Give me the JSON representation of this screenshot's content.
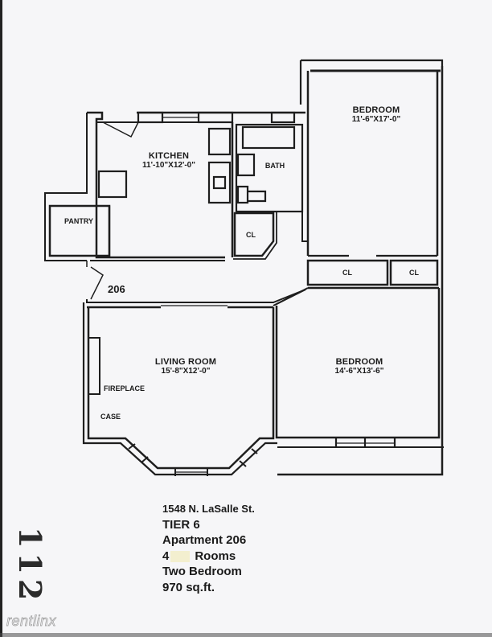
{
  "floorplan": {
    "rooms": [
      {
        "id": "kitchen",
        "name": "KITCHEN",
        "dimensions": "11'-10\"X12'-0\""
      },
      {
        "id": "bedroom1",
        "name": "BEDROOM",
        "dimensions": "11'-6\"X17'-0\""
      },
      {
        "id": "bath",
        "name": "BATH"
      },
      {
        "id": "pantry",
        "name": "PANTRY"
      },
      {
        "id": "closet_bath",
        "name": "CL"
      },
      {
        "id": "closet_left",
        "name": "CL"
      },
      {
        "id": "closet_right",
        "name": "CL"
      },
      {
        "id": "living",
        "name": "LIVING ROOM",
        "dimensions": "15'-8\"X12'-0\""
      },
      {
        "id": "bedroom2",
        "name": "BEDROOM",
        "dimensions": "14'-6\"X13'-6\""
      }
    ],
    "annotations": {
      "fireplace": "FIREPLACE",
      "case": "CASE",
      "unit_number": "206"
    }
  },
  "info": {
    "address": "1548  N. LaSalle St.",
    "tier": "TIER  6",
    "apartment": "Apartment  206",
    "rooms_count": "4",
    "rooms_label": "Rooms",
    "bedrooms": "Two  Bedroom",
    "area": "970  sq.ft."
  },
  "handwritten_number": "112",
  "watermark": "rentlinx"
}
